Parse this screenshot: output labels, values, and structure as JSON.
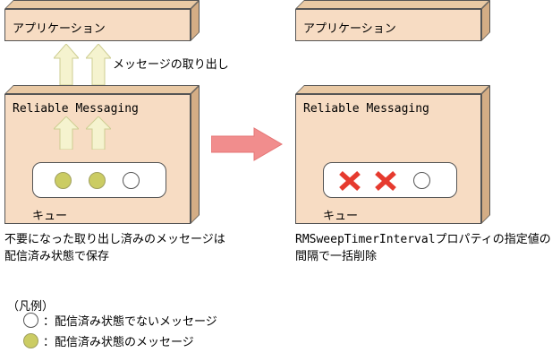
{
  "colors": {
    "box_front": "#f7dcc3",
    "box_top": "#e9c9a4",
    "box_side": "#d4ad85",
    "box_border": "#555555",
    "queue_fill": "#ffffff",
    "up_arrow_fill": "#f5f3cf",
    "up_arrow_stroke": "#cdcd92",
    "right_arrow_fill": "#f18d8d",
    "right_arrow_stroke": "#e57575",
    "delivered_color": "#cbcc63",
    "undelivered_color": "#ffffff",
    "x_color": "#e63a2e"
  },
  "icons": {
    "up_arrow": "block-arrow-up",
    "transition_arrow": "block-arrow-right",
    "deleted_message": "red-x-mark",
    "delivered_message": "filled-circle",
    "undelivered_message": "outline-circle"
  },
  "left_panel": {
    "application_label": "アプリケーション",
    "rm_label": "Reliable Messaging",
    "queue_label": "キュー",
    "arrow_label": "メッセージの取り出し",
    "caption_line1": "不要になった取り出し済みのメッセージは",
    "caption_line2": "配信済み状態で保存"
  },
  "right_panel": {
    "application_label": "アプリケーション",
    "rm_label": "Reliable Messaging",
    "queue_label": "キュー",
    "caption_line1": "RMSweepTimerIntervalプロパティの指定値の",
    "caption_line2": "間隔で一括削除"
  },
  "legend": {
    "title": "（凡例）",
    "items": [
      {
        "icon": "undelivered-message-circle",
        "label": "：配信済み状態でないメッセージ"
      },
      {
        "icon": "delivered-message-circle",
        "label": "：配信済み状態のメッセージ"
      }
    ]
  }
}
